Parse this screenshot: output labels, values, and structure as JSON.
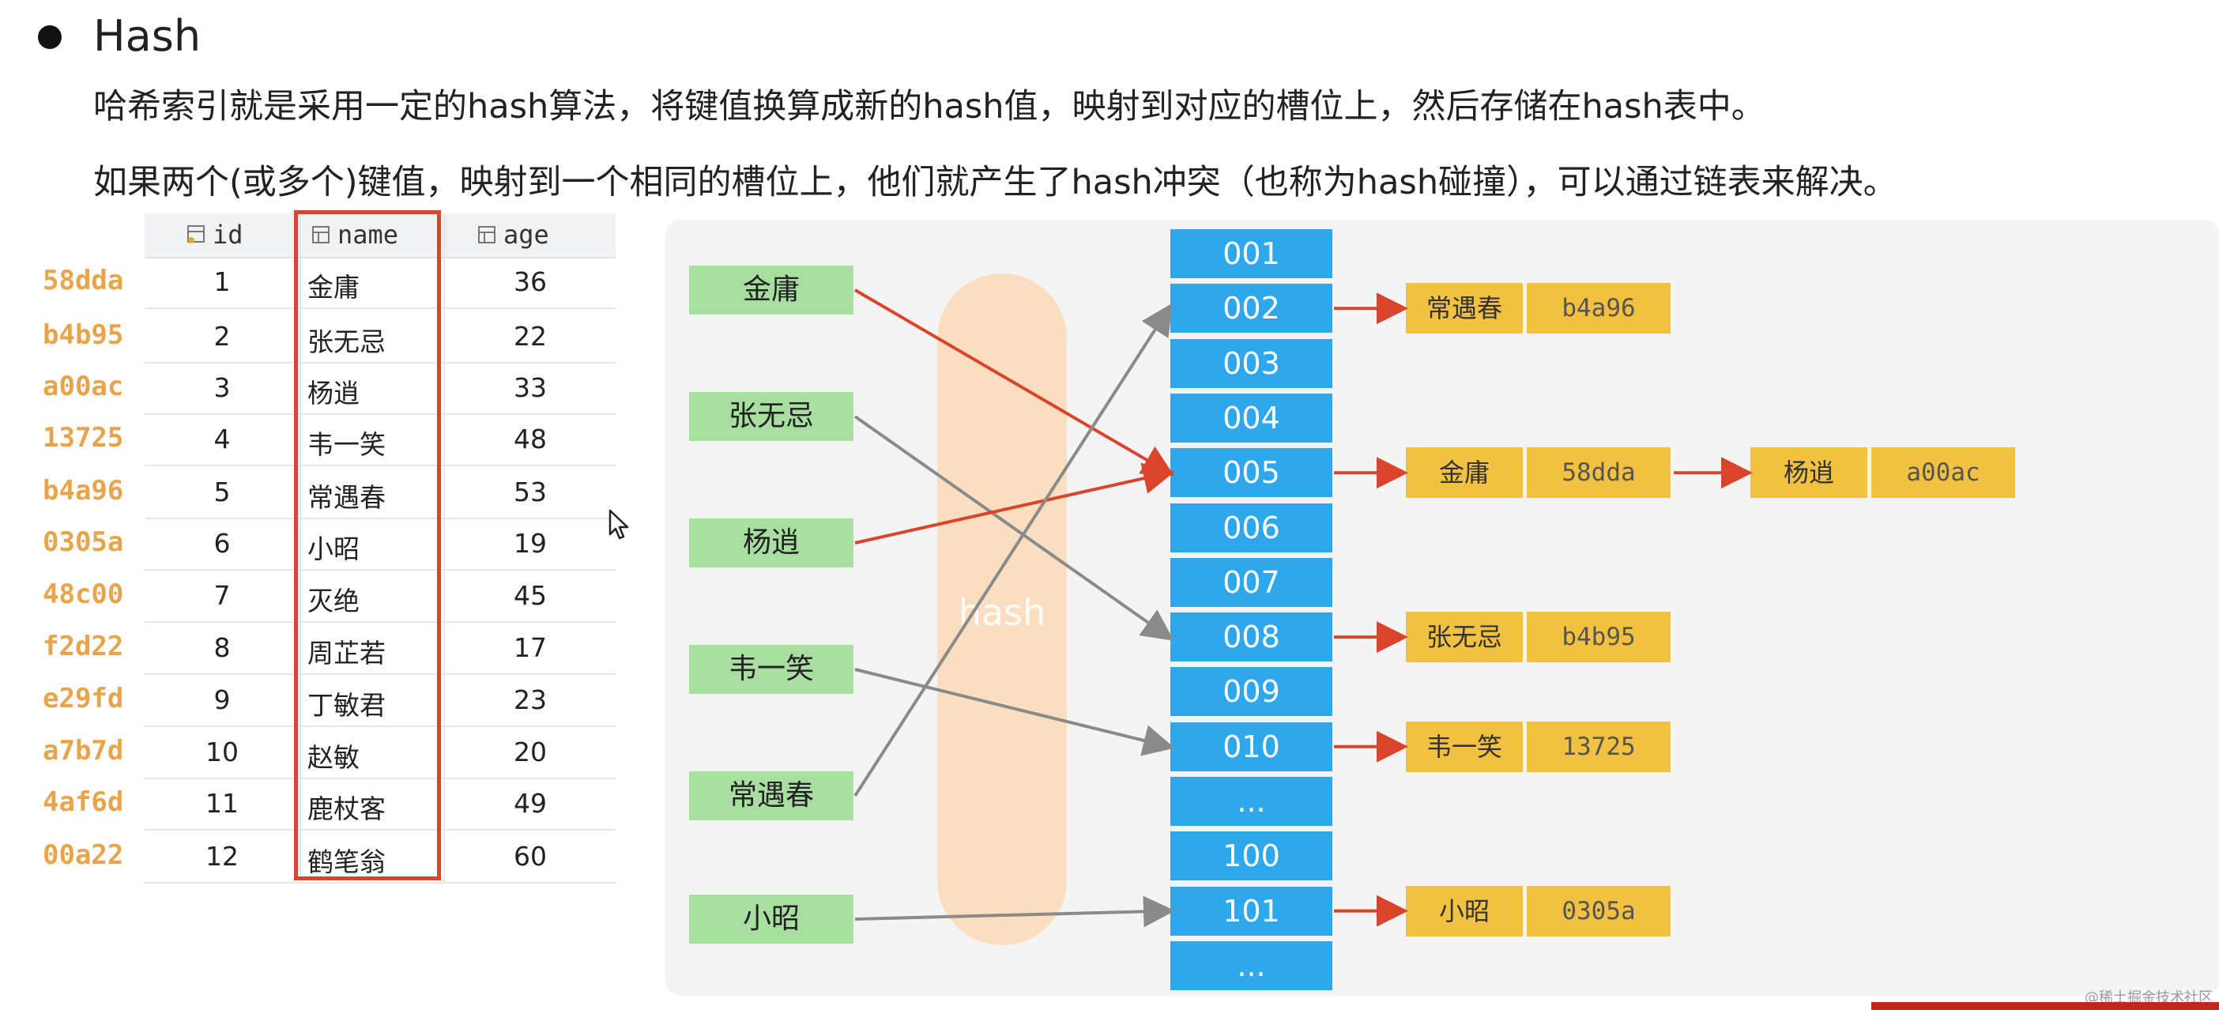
{
  "title": "Hash",
  "desc_lines": [
    "哈希索引就是采用一定的hash算法，将键值换算成新的hash值，映射到对应的槽位上，然后存储在hash表中。",
    "如果两个(或多个)键值，映射到一个相同的槽位上，他们就产生了hash冲突（也称为hash碰撞），可以通过链表来解决。"
  ],
  "table": {
    "headers": [
      "id",
      "name",
      "age"
    ],
    "hashes": [
      "58dda",
      "b4b95",
      "a00ac",
      "13725",
      "b4a96",
      "0305a",
      "48c00",
      "f2d22",
      "e29fd",
      "a7b7d",
      "4af6d",
      "00a22"
    ],
    "rows": [
      {
        "id": "1",
        "name": "金庸",
        "age": "36"
      },
      {
        "id": "2",
        "name": "张无忌",
        "age": "22"
      },
      {
        "id": "3",
        "name": "杨逍",
        "age": "33"
      },
      {
        "id": "4",
        "name": "韦一笑",
        "age": "48"
      },
      {
        "id": "5",
        "name": "常遇春",
        "age": "53"
      },
      {
        "id": "6",
        "name": "小昭",
        "age": "19"
      },
      {
        "id": "7",
        "name": "灭绝",
        "age": "45"
      },
      {
        "id": "8",
        "name": "周芷若",
        "age": "17"
      },
      {
        "id": "9",
        "name": "丁敏君",
        "age": "23"
      },
      {
        "id": "10",
        "name": "赵敏",
        "age": "20"
      },
      {
        "id": "11",
        "name": "鹿杖客",
        "age": "49"
      },
      {
        "id": "12",
        "name": "鹤笔翁",
        "age": "60"
      }
    ]
  },
  "diagram": {
    "band_label": "hash",
    "keys": [
      "金庸",
      "张无忌",
      "杨逍",
      "韦一笑",
      "常遇春",
      "小昭"
    ],
    "slots": [
      "001",
      "002",
      "003",
      "004",
      "005",
      "006",
      "007",
      "008",
      "009",
      "010",
      "...",
      "100",
      "101",
      "..."
    ],
    "mappings": [
      {
        "key": "金庸",
        "slot": "005"
      },
      {
        "key": "张无忌",
        "slot": "008"
      },
      {
        "key": "杨逍",
        "slot": "005"
      },
      {
        "key": "韦一笑",
        "slot": "010"
      },
      {
        "key": "常遇春",
        "slot": "002"
      },
      {
        "key": "小昭",
        "slot": "101"
      }
    ],
    "chains": [
      {
        "slot": "002",
        "entries": [
          {
            "name": "常遇春",
            "hash": "b4a96"
          }
        ]
      },
      {
        "slot": "005",
        "entries": [
          {
            "name": "金庸",
            "hash": "58dda"
          },
          {
            "name": "杨逍",
            "hash": "a00ac"
          }
        ]
      },
      {
        "slot": "008",
        "entries": [
          {
            "name": "张无忌",
            "hash": "b4b95"
          }
        ]
      },
      {
        "slot": "010",
        "entries": [
          {
            "name": "韦一笑",
            "hash": "13725"
          }
        ]
      },
      {
        "slot": "101",
        "entries": [
          {
            "name": "小昭",
            "hash": "0305a"
          }
        ]
      }
    ]
  },
  "colors": {
    "accent_red": "#d9442a",
    "slot_blue": "#2ea7ec",
    "key_green": "#a8dea0",
    "entry_yellow": "#f2c140",
    "hash_orange": "#e8a44a",
    "map_gray": "#8a8a8a"
  },
  "watermark": "@稀土掘金技术社区"
}
